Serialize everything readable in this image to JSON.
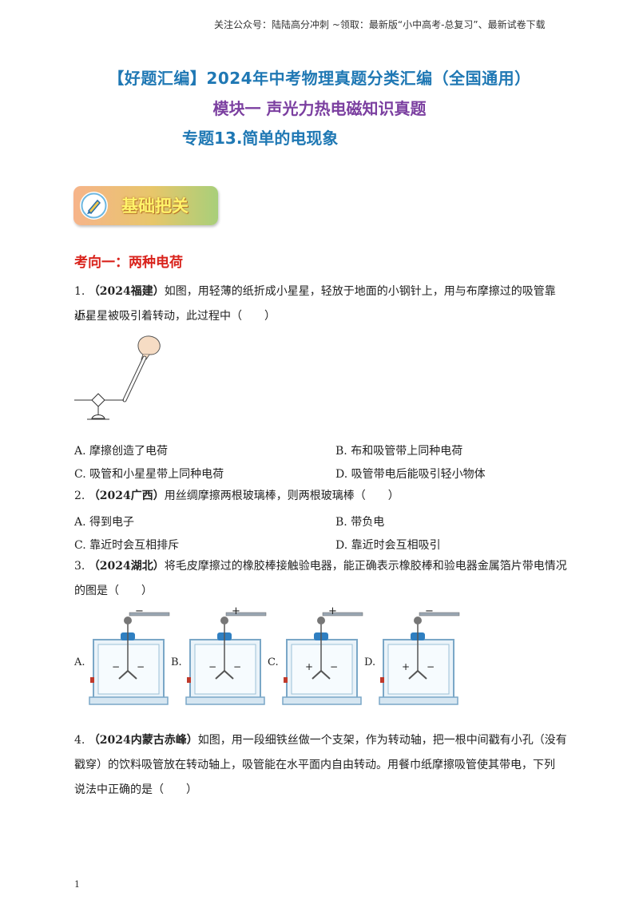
{
  "header_note": "关注公众号：陆陆高分冲刺 ~领取：最新版“小中高考-总复习”、最新试卷下载",
  "title_line1": "【好题汇编】2024年中考物理真题分类汇编（全国通用）",
  "title_line2": "模块一 声光力热电磁知识真题",
  "title_line3": "专题13.简单的电现象",
  "badge_label": "基础把关",
  "section_title": "考向一：两种电荷",
  "questions": [
    {
      "number": "1.",
      "source": "（2024福建）",
      "stem_a": "如图，用轻薄的纸折成小星星，轻放于地面的小钢针上，用与布摩擦过的吸管靠近，",
      "stem_b": "小星星被吸引着转动，此过程中（　　）",
      "options": [
        "A. 摩擦创造了电荷",
        "B. 布和吸管带上同种电荷",
        "C. 吸管和小星星带上同种电荷",
        "D. 吸管带电后能吸引轻小物体"
      ]
    },
    {
      "number": "2.",
      "source": "（2024广西）",
      "stem_a": "用丝绸摩擦两根玻璃棒，则两根玻璃棒（　　）",
      "options": [
        "A. 得到电子",
        "B. 带负电",
        "C. 靠近时会互相排斥",
        "D. 靠近时会互相吸引"
      ]
    },
    {
      "number": "3.",
      "source": "（2024湖北）",
      "stem_a": "将毛皮摩擦过的橡胶棒接触验电器，能正确表示橡胶棒和验电器金属箔片带电情况",
      "stem_b": "的图是（　　）",
      "figures": [
        {
          "label": "A.",
          "rod_sign": "−",
          "leaf_left": "−",
          "leaf_right": "−"
        },
        {
          "label": "B.",
          "rod_sign": "+",
          "leaf_left": "−",
          "leaf_right": "−"
        },
        {
          "label": "C.",
          "rod_sign": "+",
          "leaf_left": "+",
          "leaf_right": "−"
        },
        {
          "label": "D.",
          "rod_sign": "−",
          "leaf_left": "+",
          "leaf_right": "−"
        }
      ]
    },
    {
      "number": "4.",
      "source": "（2024内蒙古赤峰）",
      "stem_a": "如图，用一段细铁丝做一个支架，作为转动轴，把一根中间戳有小孔（没有",
      "stem_b": "戳穿）的饮料吸管放在转动轴上，吸管能在水平面内自由转动。用餐巾纸摩擦吸管使其带电，下列",
      "stem_c": "说法中正确的是（　　）"
    }
  ],
  "page_number": "1"
}
